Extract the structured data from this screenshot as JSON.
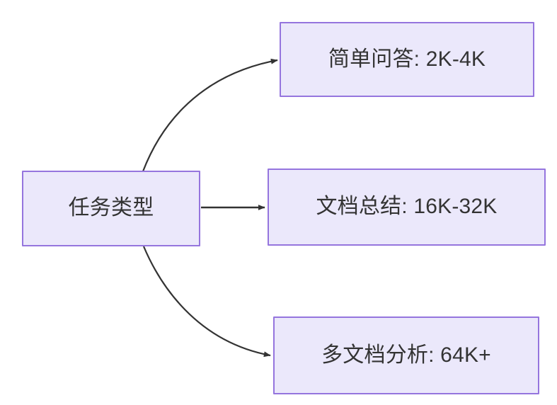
{
  "diagram": {
    "title": "任务类型",
    "type": "flowchart",
    "direction": "left-to-right",
    "background_color": "#ffffff",
    "node_fill_color": "#ebe8fb",
    "node_border_color": "#9575de",
    "node_text_color": "#333333",
    "edge_color": "#333333",
    "root": {
      "id": "root",
      "label": "任务类型"
    },
    "branches": [
      {
        "id": "simple-qa",
        "label": "简单问答: 2K-4K",
        "task": "简单问答",
        "context_range": "2K-4K",
        "edge_style": "curved"
      },
      {
        "id": "doc-summary",
        "label": "文档总结: 16K-32K",
        "task": "文档总结",
        "context_range": "16K-32K",
        "edge_style": "straight"
      },
      {
        "id": "multi-doc",
        "label": "多文档分析: 64K+",
        "task": "多文档分析",
        "context_range": "64K+",
        "edge_style": "curved"
      }
    ]
  }
}
